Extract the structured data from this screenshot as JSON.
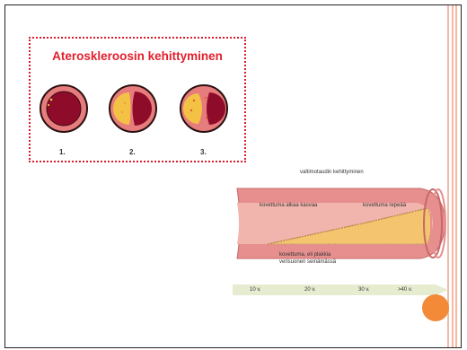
{
  "diagram1": {
    "title": "Ateroskleroosin kehittyminen",
    "stages": [
      "1.",
      "2.",
      "3."
    ]
  },
  "diagram2": {
    "title": "valtimotaudin kehittyminen",
    "label_start": "kovettuma alkaa kasvaa",
    "label_rupture": "kovettuma repeää",
    "label_plaque_line1": "kovettuma, eli plakkia",
    "label_plaque_line2": "verisuonen seinämässä",
    "timeline": [
      "10 v.",
      "20 v.",
      "30 v.",
      ">40 v."
    ]
  },
  "colors": {
    "accent": "#e1202c",
    "artery": "#e67c7c",
    "plaque": "#f3c244",
    "orange": "#f28a38"
  }
}
